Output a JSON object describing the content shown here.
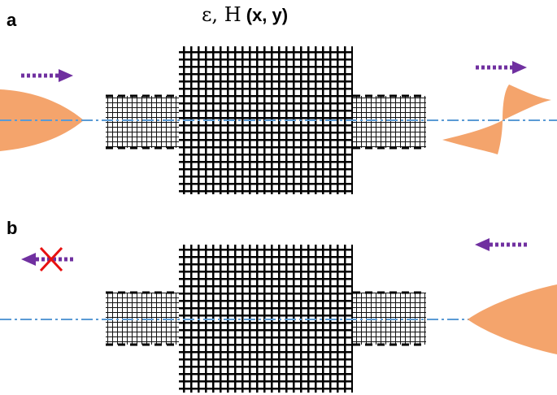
{
  "title": {
    "symbols": "ε, H",
    "coords": " (x, y)"
  },
  "panels": [
    {
      "label": "a"
    },
    {
      "label": "b"
    }
  ],
  "colors": {
    "arrow": "#7030a0",
    "mode": "#f4a46c",
    "axis": "#5b9bd5",
    "cross": "#e81010",
    "structure": "#000000"
  }
}
